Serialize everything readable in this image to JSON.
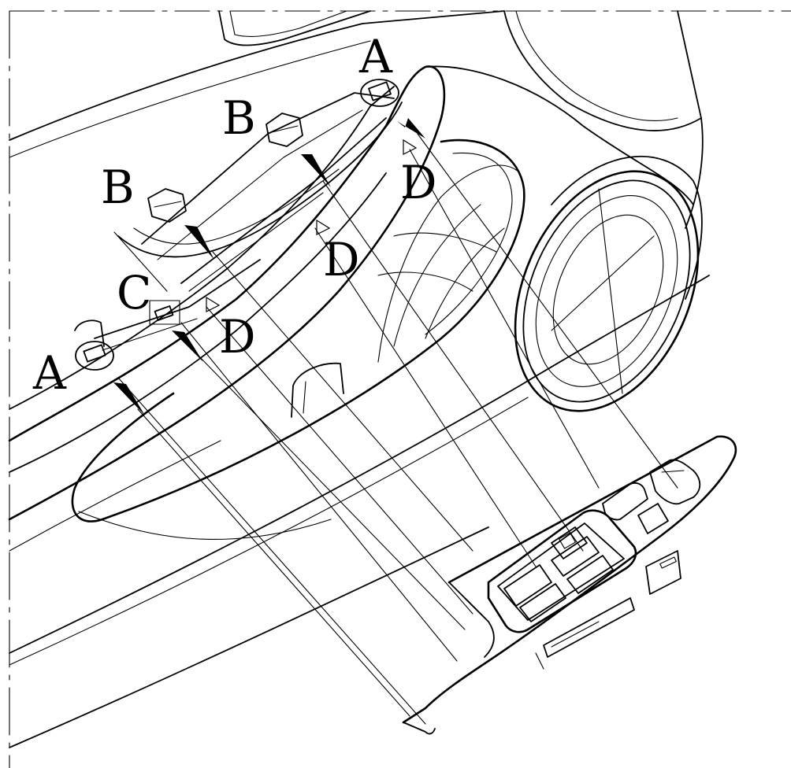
{
  "diagram": {
    "labels": {
      "a_top": "A",
      "a_left": "A",
      "b_upper": "B",
      "b_lower": "B",
      "c": "C",
      "d_top": "D",
      "d_middle": "D",
      "d_lower": "D"
    }
  }
}
